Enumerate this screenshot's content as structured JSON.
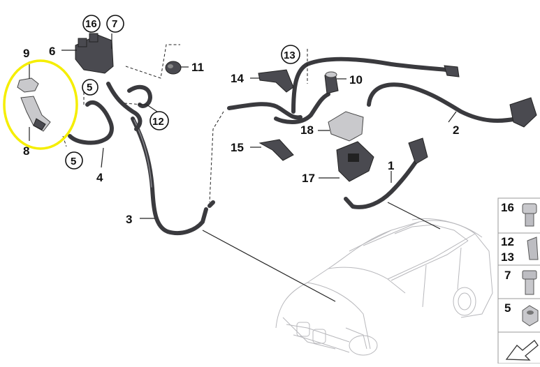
{
  "labels": {
    "l1": "1",
    "l2": "2",
    "l3": "3",
    "l4": "4",
    "l5a": "5",
    "l5b": "5",
    "l6": "6",
    "l7": "7",
    "l8": "8",
    "l9": "9",
    "l10": "10",
    "l11": "11",
    "l12": "12",
    "l13": "13",
    "l14": "14",
    "l15": "15",
    "l16": "16",
    "l17": "17",
    "l18": "18"
  },
  "legend": {
    "item_16": "16",
    "item_12": "12",
    "item_13": "13",
    "item_7": "7",
    "item_5": "5"
  },
  "colors": {
    "highlight": "#f5ee00",
    "cable": "#3a3a3e",
    "car_outline": "#b8b8bc"
  }
}
